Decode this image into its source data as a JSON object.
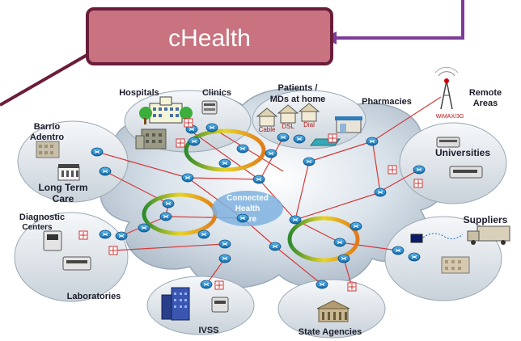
{
  "title": "cHealth",
  "cloud_label": [
    "Connected",
    "Health",
    "Care"
  ],
  "node_labels": {
    "hospitals": "Hospitals",
    "clinics": "Clinics",
    "patients": [
      "Patients /",
      "MDs at home"
    ],
    "pharmacies": "Pharmacies",
    "remote": [
      "Remote",
      "Areas"
    ],
    "barrio": [
      "Barrio",
      "Adentro"
    ],
    "universities": "Universities",
    "longterm": [
      "Long Term",
      "Care"
    ],
    "diagnostic": [
      "Diagnostic",
      "Centers"
    ],
    "suppliers": "Suppliers",
    "laboratories": "Laboratories",
    "ivss": "IVSS",
    "state": "State Agencies"
  },
  "sub_labels": {
    "cable": "Cable",
    "dsl": "DSL",
    "dial": "Dial",
    "wimax": "WiMAX/3G"
  },
  "colors": {
    "title_fill": "#c8737f",
    "title_border": "#6a1d3a",
    "connector": "#7d3c98",
    "link": "#d23a3a",
    "router": "#1c86c8"
  }
}
